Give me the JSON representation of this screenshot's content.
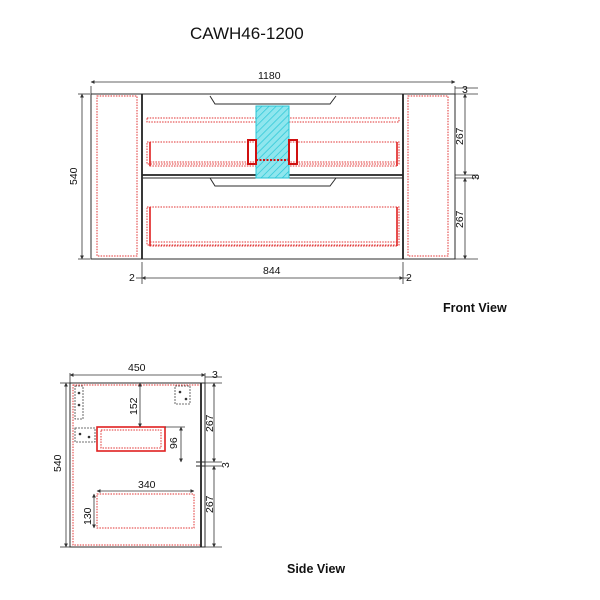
{
  "title": "CAWH46-1200",
  "front_view": {
    "label": "Front View",
    "dims": {
      "overall_width": "1180",
      "height": "540",
      "inner_width": "844",
      "gap_left": "2",
      "gap_right": "2",
      "top_offset": "3",
      "upper_drawer": "267",
      "middle_gap": "3",
      "lower_drawer": "267"
    }
  },
  "side_view": {
    "label": "Side View",
    "dims": {
      "depth": "450",
      "height": "540",
      "top_offset": "3",
      "handle_depth": "152",
      "upper_drawer": "267",
      "middle_gap": "3",
      "lower_drawer": "267",
      "tray_height": "96",
      "inner_drawer_depth": "340",
      "inner_drawer_height": "130"
    }
  },
  "colors": {
    "line": "#2b2b2b",
    "hidden": "#e03030",
    "highlight": "#27c6d6"
  }
}
